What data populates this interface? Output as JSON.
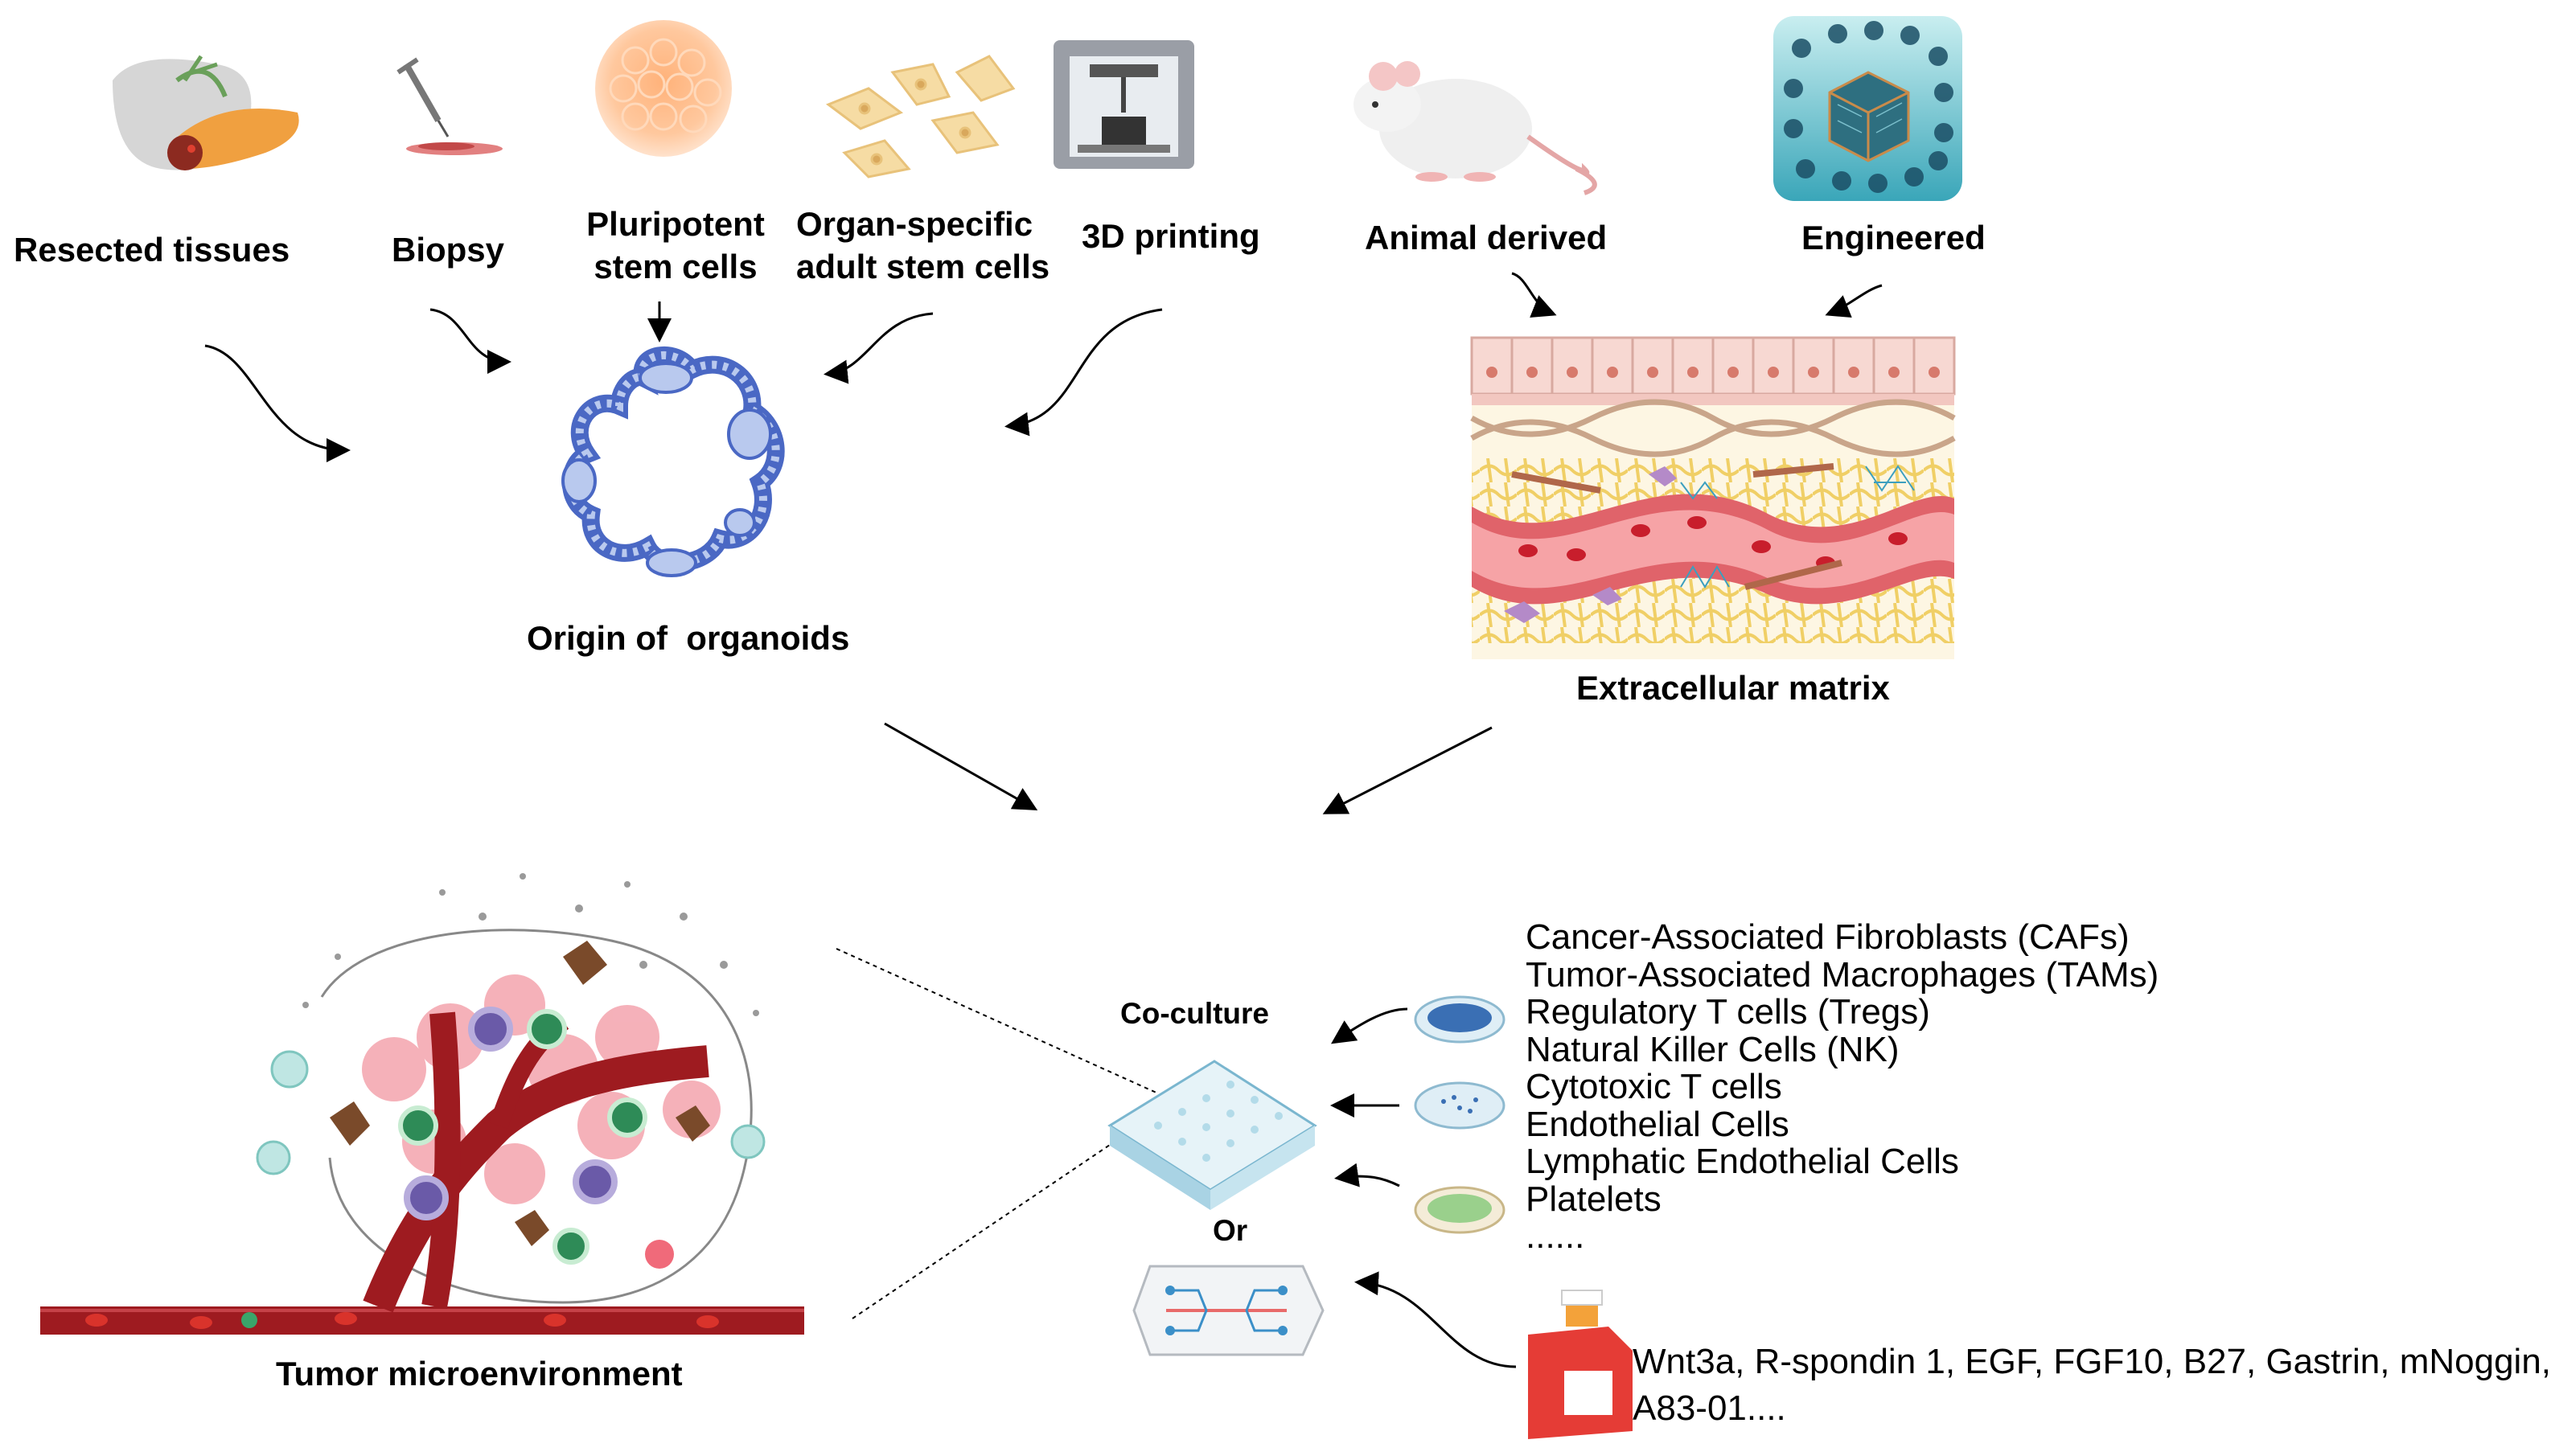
{
  "labels": {
    "resected": "Resected tissues",
    "biopsy": "Biopsy",
    "pluripotent": [
      "Pluripotent",
      "stem cells"
    ],
    "organ_specific": [
      "Organ-specific",
      "adult stem cells"
    ],
    "printing": "3D printing",
    "animal": "Animal derived",
    "engineered": "Engineered",
    "origin": "Origin of  organoids",
    "ecm": "Extracellular matrix",
    "tme": "Tumor microenvironment",
    "coculture": "Co-culture",
    "or": "Or"
  },
  "cell_types": [
    "Cancer-Associated Fibroblasts (CAFs)",
    "Tumor-Associated Macrophages (TAMs)",
    "Regulatory T cells (Tregs)",
    "Natural Killer Cells (NK)",
    "Cytotoxic T cells",
    "Endothelial Cells",
    "Lymphatic Endothelial Cells",
    "Platelets",
    "......"
  ],
  "factors": [
    "Wnt3a, R-spondin 1, EGF, FGF10, B27, Gastrin, mNoggin,",
    "A83-01...."
  ],
  "colors": {
    "organoid_fill": "#b9c9ee",
    "organoid_edge": "#4a68c4",
    "vessel": "#9e1b20",
    "ecm_fiber": "#f2d77a",
    "flask_red": "#e53c36"
  },
  "icons": [
    "liver-icon",
    "syringe-icon",
    "stem-cell-sphere-icon",
    "adult-stem-cells-icon",
    "3d-printer-icon",
    "mouse-icon",
    "engineered-scaffold-icon",
    "organoid-icon",
    "ecm-tissue-icon",
    "tumor-microenvironment-icon",
    "well-plate-icon",
    "petri-dish-icon",
    "microfluidic-chip-icon",
    "culture-flask-icon"
  ]
}
